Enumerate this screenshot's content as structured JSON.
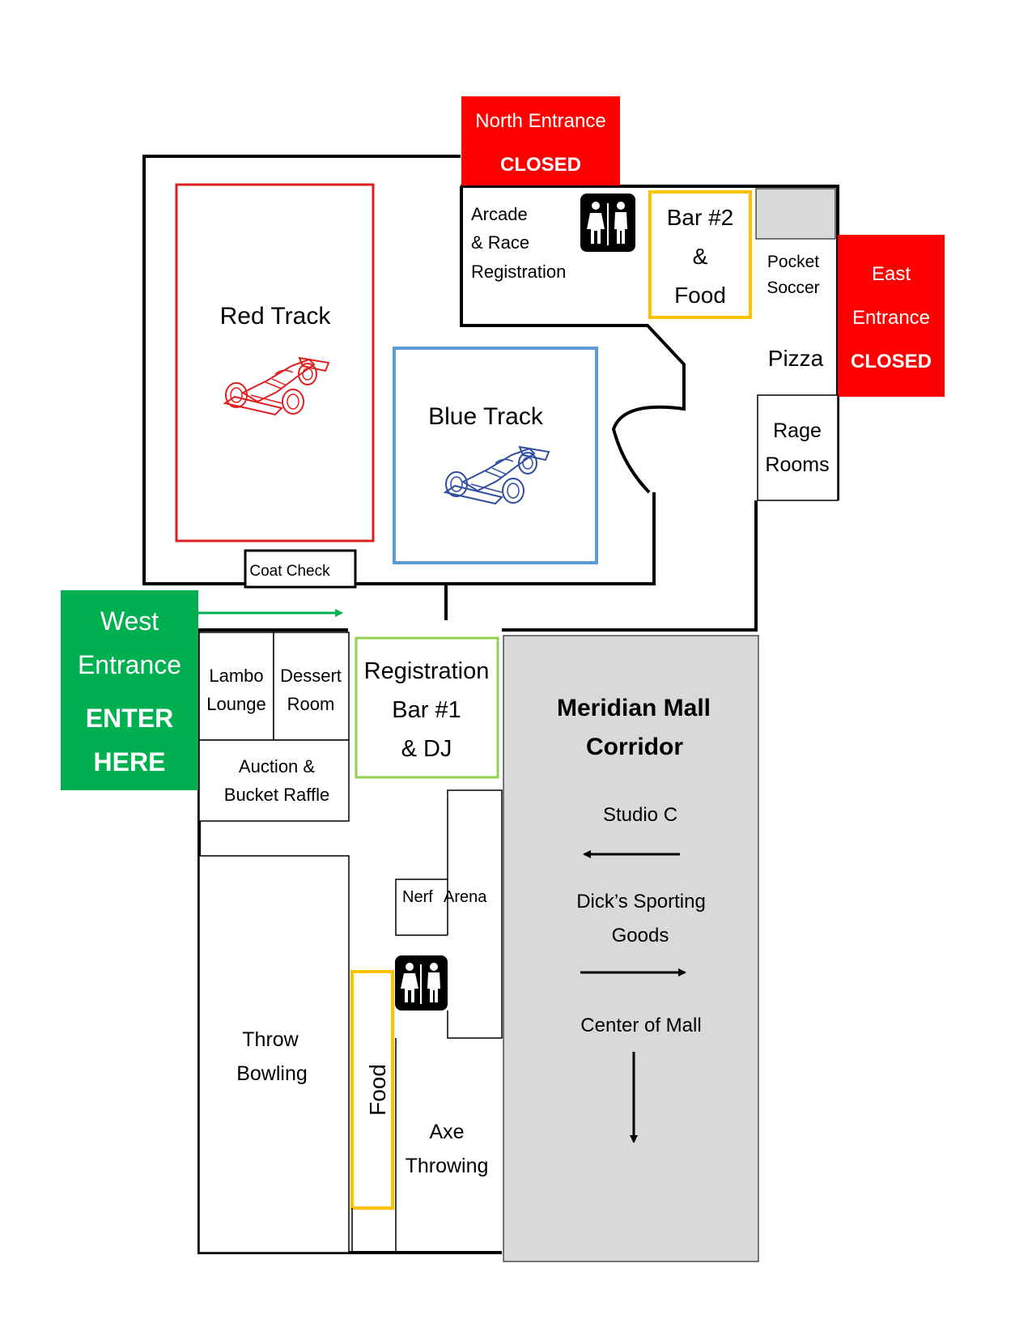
{
  "entrances": {
    "north": {
      "line1": "North Entrance",
      "line2": "CLOSED",
      "color": "#ff0000"
    },
    "east": {
      "line1": "East",
      "line2": "Entrance",
      "line3": "CLOSED",
      "color": "#ff0000"
    },
    "west": {
      "line1": "West",
      "line2": "Entrance",
      "line3": "ENTER",
      "line4": "HERE",
      "color": "#00b050"
    }
  },
  "tracks": {
    "red": {
      "label": "Red Track",
      "color": "#e02020",
      "icon": "race-car-icon"
    },
    "blue": {
      "label": "Blue Track",
      "color": "#5b9bd5",
      "icon": "race-car-icon"
    }
  },
  "rooms": {
    "coat_check": "Coat Check",
    "arcade": {
      "line1": "Arcade",
      "line2": "& Race",
      "line3": "Registration"
    },
    "bar2": {
      "line1": "Bar #2",
      "line2": "&",
      "line3": "Food",
      "color": "#ffc000"
    },
    "pocket_soccer": {
      "line1": "Pocket",
      "line2": "Soccer"
    },
    "pizza": "Pizza",
    "rage_rooms": {
      "line1": "Rage",
      "line2": "Rooms"
    },
    "lambo_lounge": {
      "line1": "Lambo",
      "line2": "Lounge"
    },
    "dessert_room": {
      "line1": "Dessert",
      "line2": "Room"
    },
    "registration": {
      "line1": "Registration",
      "line2": "Bar #1",
      "line3": "& DJ",
      "color": "#92d050"
    },
    "auction": {
      "line1": "Auction &",
      "line2": "Bucket Raffle"
    },
    "nerf": {
      "line1": "Nerf",
      "line2": "Arena"
    },
    "throw_bowling": {
      "line1": "Throw",
      "line2": "Bowling"
    },
    "food": {
      "label": "Food",
      "color": "#ffc000"
    },
    "axe_throwing": {
      "line1": "Axe",
      "line2": "Throwing"
    }
  },
  "corridor": {
    "title_line1": "Meridian Mall",
    "title_line2": "Corridor",
    "studio_c": "Studio C",
    "dicks_line1": "Dick’s Sporting",
    "dicks_line2": "Goods",
    "center": "Center of Mall",
    "color": "#d9d9d9"
  },
  "icons": {
    "restroom": "restroom-icon",
    "arrow": "arrow-icon"
  },
  "colors": {
    "walls": "#000000",
    "entry_arrow": "#00b050",
    "pocket_soccer_box": "#d9d9d9"
  }
}
